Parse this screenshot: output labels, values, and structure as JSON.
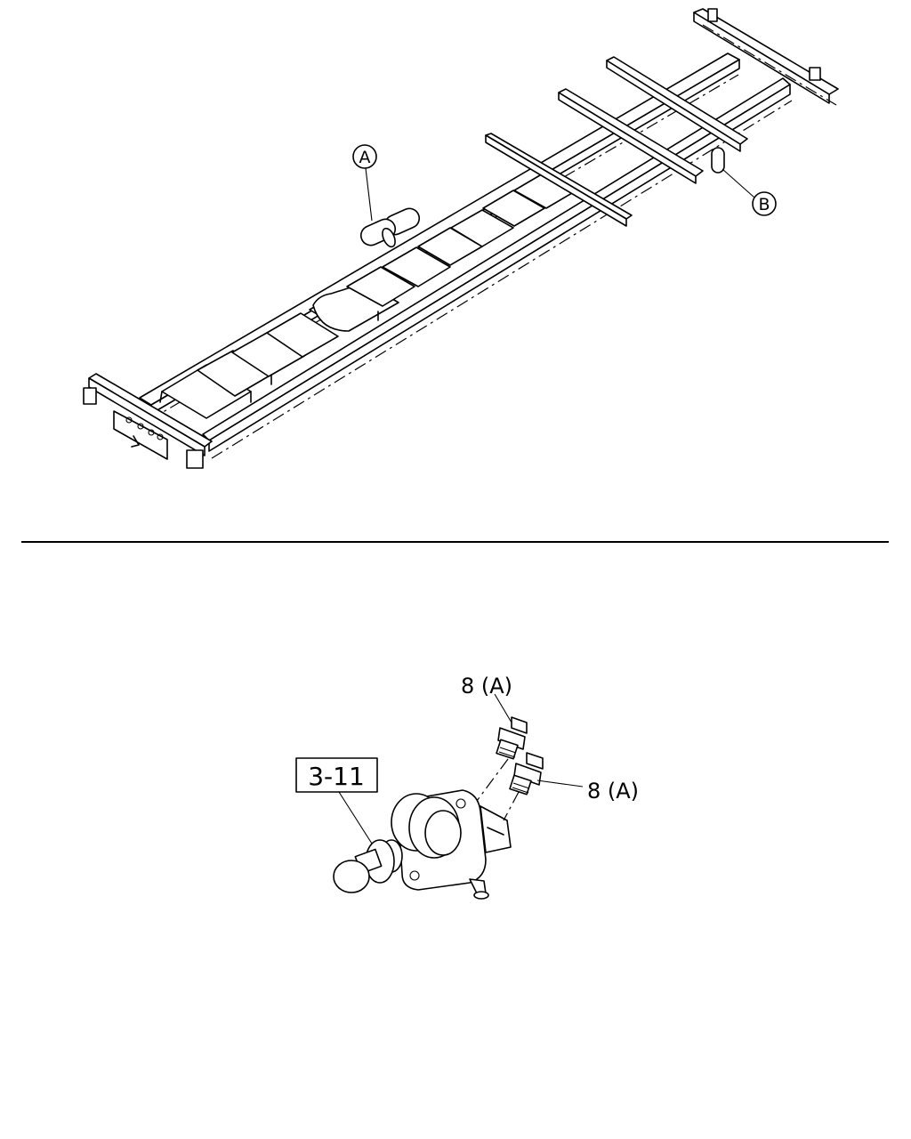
{
  "callouts": {
    "a": "A",
    "b": "B"
  },
  "parts": {
    "ref_box": "3-11",
    "switch_upper": "8 (A)",
    "switch_lower": "8 (A)"
  },
  "colors": {
    "line": "#000000",
    "background": "#ffffff"
  }
}
